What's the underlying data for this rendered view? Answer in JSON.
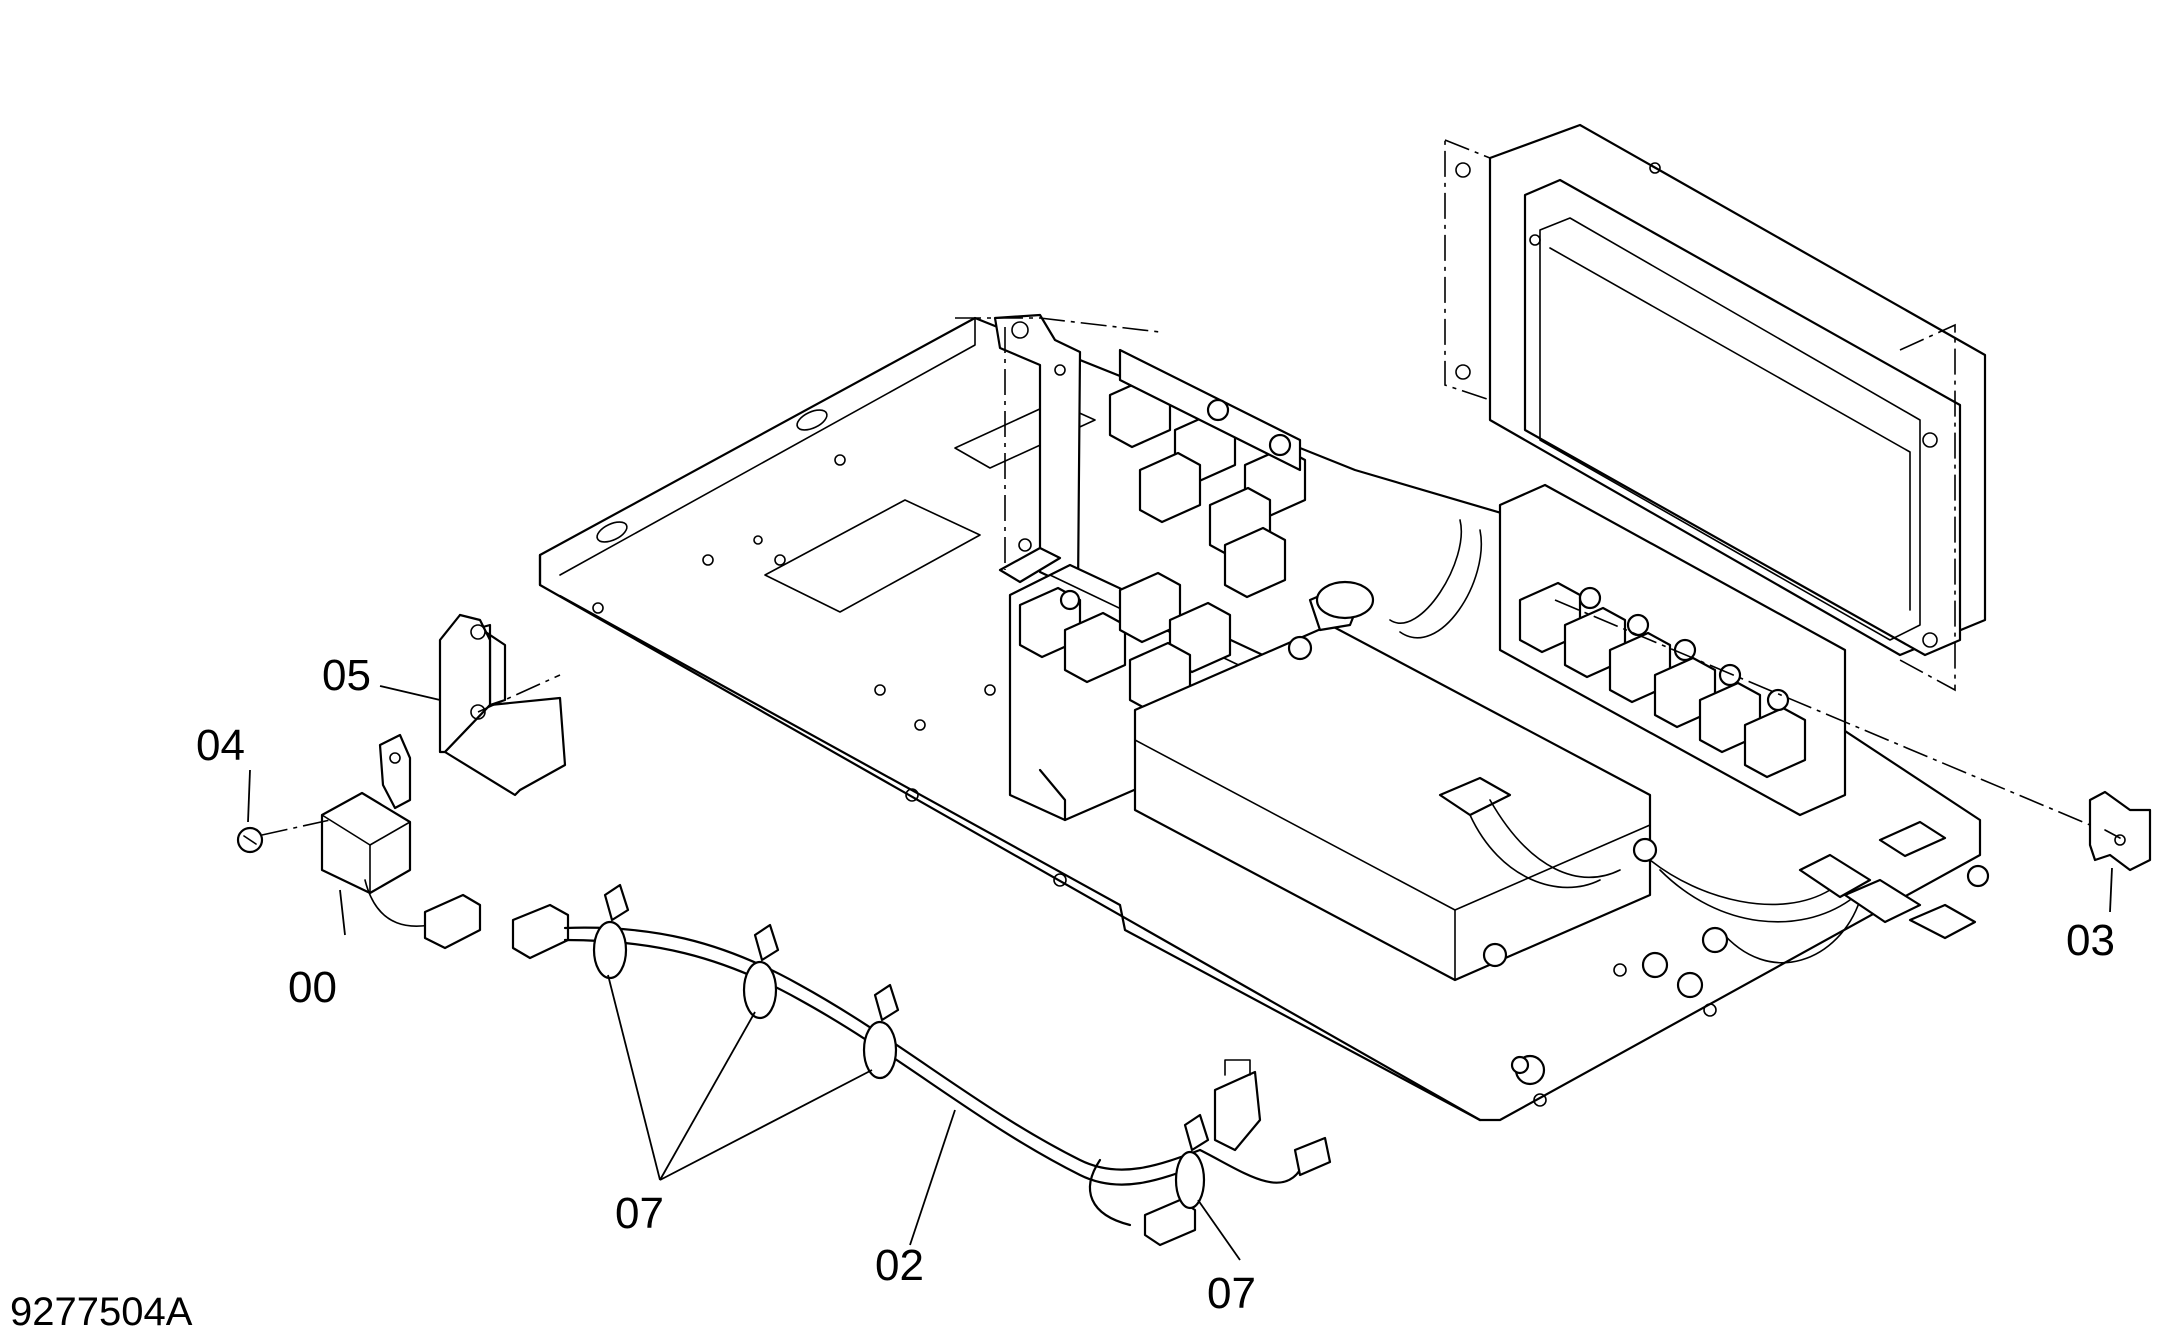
{
  "diagram": {
    "figure_number": "9277504A",
    "callouts": [
      "05",
      "04",
      "00",
      "07",
      "02",
      "07",
      "03"
    ]
  }
}
